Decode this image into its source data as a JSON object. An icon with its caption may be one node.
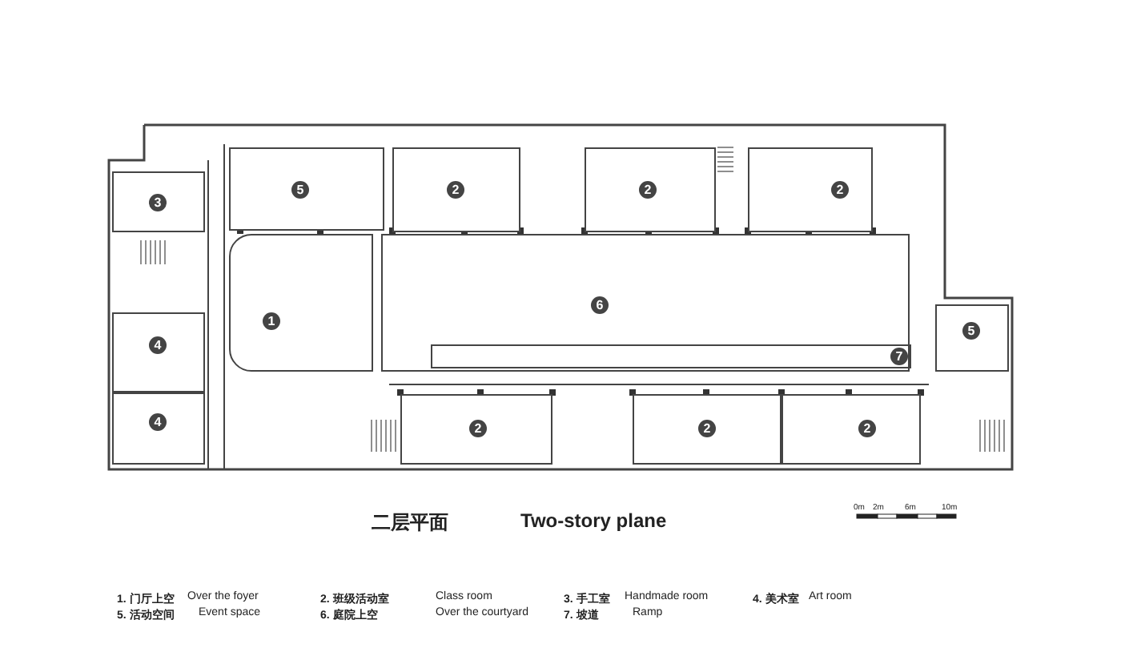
{
  "diagram": {
    "nodes": [
      {
        "text": [
          "3"
        ]
      },
      {
        "text": [
          "5"
        ]
      },
      {
        "text": [
          "2"
        ]
      },
      {
        "text": [
          "2"
        ]
      },
      {
        "text": [
          "2"
        ]
      },
      {
        "text": [
          "1"
        ]
      },
      {
        "text": [
          "6"
        ]
      },
      {
        "text": [
          "7"
        ],
        "in": 6
      },
      {
        "text": [
          "5"
        ]
      },
      {
        "text": [
          "4"
        ]
      },
      {
        "text": [
          "4"
        ]
      },
      {
        "text": [
          "2"
        ]
      },
      {
        "text": [
          "2"
        ]
      },
      {
        "text": [
          "2"
        ]
      }
    ],
    "labels": [
      "二层平面",
      "Two-story plane",
      "0m",
      "2m",
      "6m",
      "10m",
      "1. 门厅上空",
      "Over the foyer",
      "2. 班级活动室",
      "Class room",
      "3. 手工室",
      "Handmade room",
      "4. 美术室",
      "Art room",
      "5. 活动空间",
      "Event space",
      "6. 庭院上空",
      "Over the courtyard",
      "7. 坡道",
      "Ramp"
    ]
  }
}
